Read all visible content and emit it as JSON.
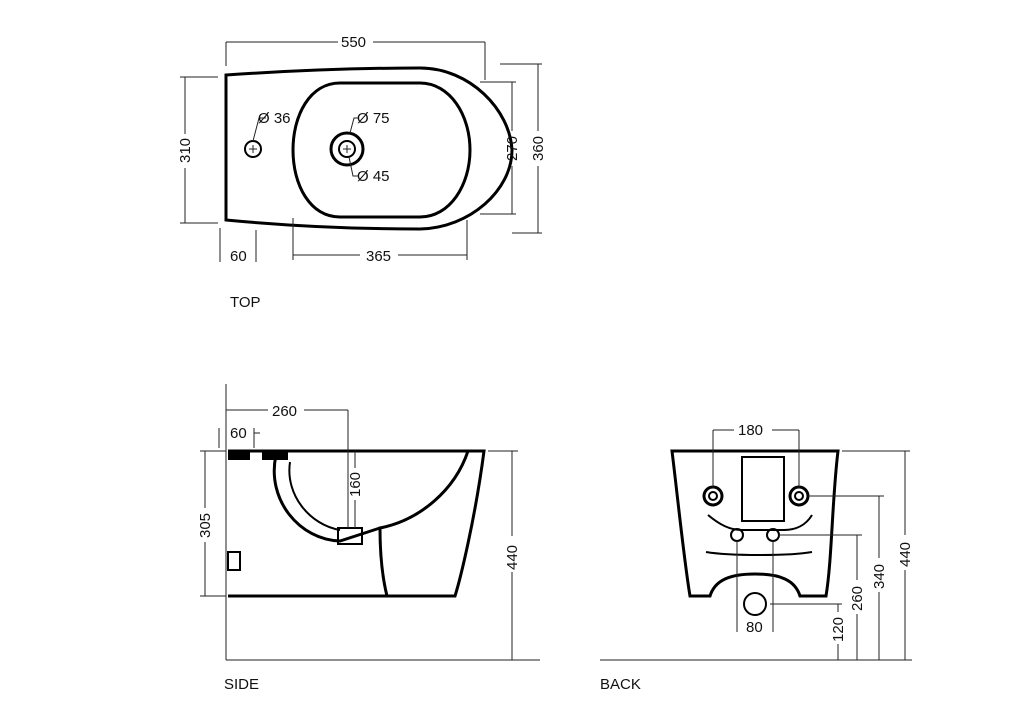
{
  "views": {
    "top": {
      "label": "TOP",
      "dims": {
        "overall_length": "550",
        "side_height": "310",
        "depth_inner": "270",
        "depth_outer": "360",
        "tap_hole": "Ø 36",
        "outlet_outer": "Ø 75",
        "outlet_inner": "Ø 45",
        "wall_offset": "60",
        "bowl_length": "365"
      }
    },
    "side": {
      "label": "SIDE",
      "dims": {
        "bowl_reach": "260",
        "wall_offset": "60",
        "body_height": "305",
        "bowl_depth": "160",
        "total_height": "440"
      }
    },
    "back": {
      "label": "BACK",
      "dims": {
        "bolt_spacing": "180",
        "drain_width": "80",
        "drain_height": "120",
        "inlet_height": "260",
        "bolt_height": "340",
        "total_height": "440"
      }
    }
  },
  "colors": {
    "line": "#000000",
    "dimension": "#222222",
    "background": "#ffffff"
  }
}
